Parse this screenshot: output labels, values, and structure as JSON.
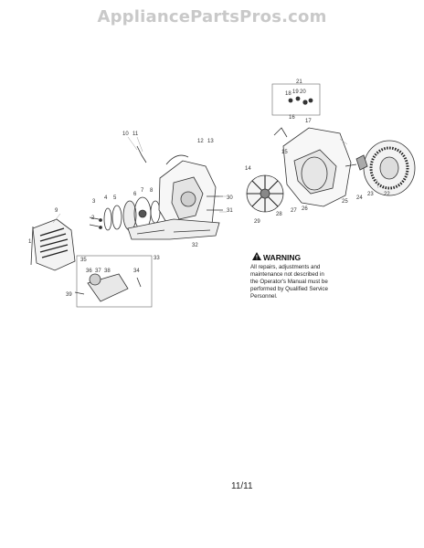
{
  "watermark": "AppliancePartsPros.com",
  "warning": {
    "title": "WARNING",
    "lines": [
      "All repairs, adjustments and",
      "maintenance not described in",
      "the Operator's Manual must be",
      "performed by Qualified Service",
      "Personnel."
    ]
  },
  "page_number": "11/11",
  "callouts": [
    "1",
    "2",
    "3",
    "4",
    "5",
    "6",
    "7",
    "8",
    "9",
    "10",
    "11",
    "12",
    "13",
    "14",
    "15",
    "16",
    "17",
    "18",
    "19",
    "20",
    "21",
    "22",
    "23",
    "24",
    "25",
    "26",
    "27",
    "28",
    "29",
    "30",
    "31",
    "32",
    "33",
    "34",
    "35",
    "36",
    "37",
    "38",
    "39"
  ],
  "icons": {
    "warning": "warning-triangle-icon"
  }
}
